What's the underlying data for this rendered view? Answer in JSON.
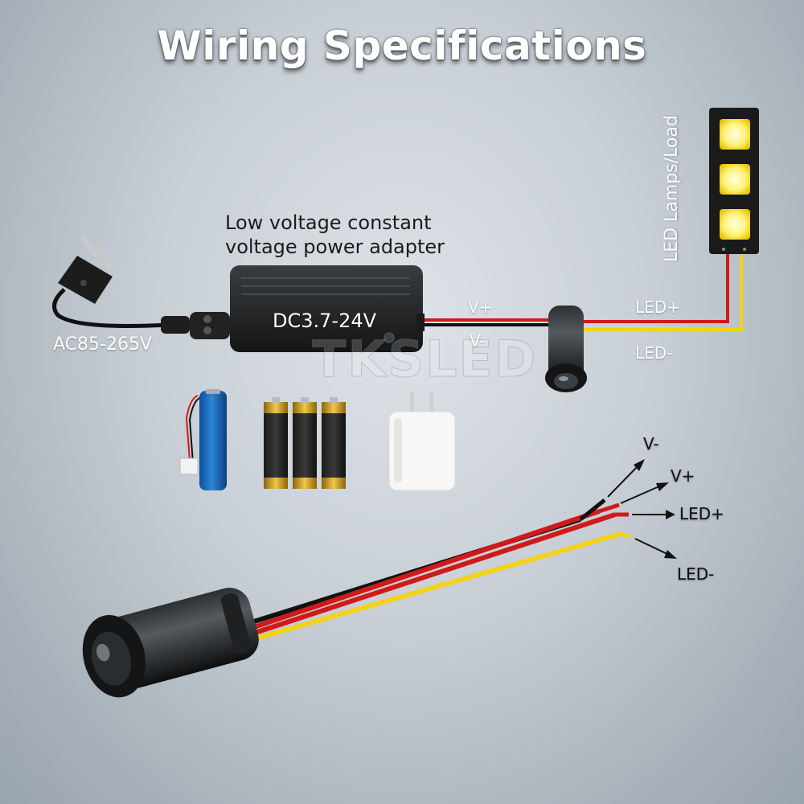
{
  "title": "Wiring Specifications",
  "adapter": {
    "caption_line1": "Low voltage constant",
    "caption_line2": "voltage power adapter",
    "voltage": "DC3.7-24V"
  },
  "input_voltage": "AC85-265V",
  "load_label": "LED Lamps/Load",
  "top_wires": {
    "v_plus": "V+",
    "v_minus": "V-",
    "led_plus": "LED+",
    "led_minus": "LED-"
  },
  "bottom_wires": {
    "v_minus": "V-",
    "v_plus": "V+",
    "led_plus": "LED+",
    "led_minus": "LED-"
  },
  "watermark": "TKSLED",
  "colors": {
    "wire_red": "#d01a1a",
    "wire_yellow": "#f2d21a",
    "wire_black": "#111111",
    "led_glow": "#fff27a"
  }
}
